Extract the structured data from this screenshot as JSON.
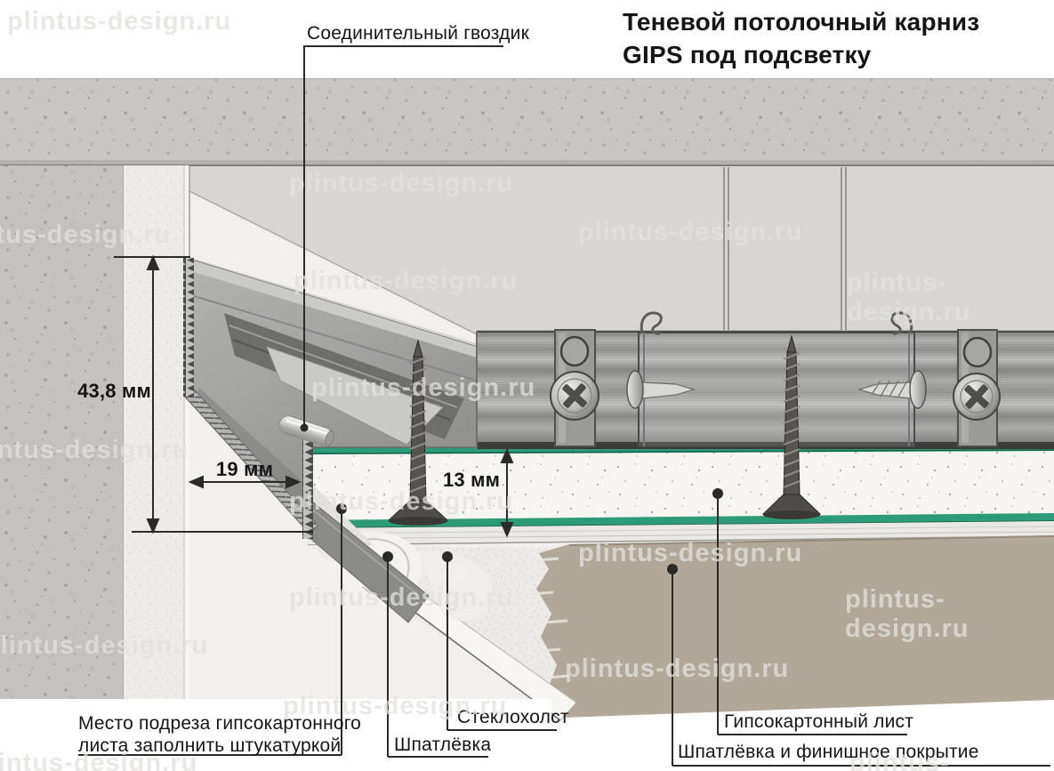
{
  "title": {
    "line1": "Теневой потолочный карниз",
    "line2": "GIPS под подсветку"
  },
  "labels": {
    "connector_nail": "Соединительный гвоздик",
    "cut_area_line1": "Место подреза гипсокартонного",
    "cut_area_line2": "листа заполнить штукатуркой",
    "putty": "Шпатлёвка",
    "fiberglass": "Стеклохолст",
    "drywall_sheet": "Гипсокартонный лист",
    "putty_and_finish": "Шпатлёвка и финишное покрытие"
  },
  "dimensions": {
    "profile_height": "43,8 мм",
    "profile_depth": "19 мм",
    "drywall_thickness": "13 мм"
  },
  "watermark": {
    "text": "plintus-design.ru"
  },
  "colors": {
    "drywall_edge_green": "#2E9B78",
    "finish_coat_tan": "#B2A89A",
    "metal_gray": "#9C9C9A",
    "concrete_gray": "#C8C7C5"
  }
}
